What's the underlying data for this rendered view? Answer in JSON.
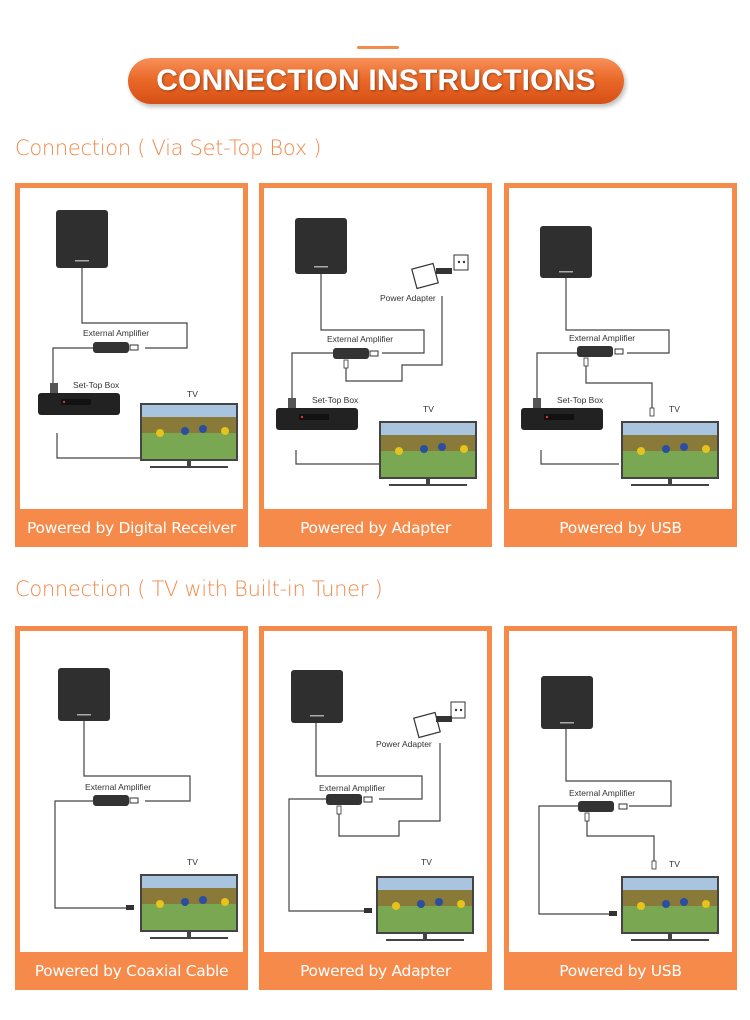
{
  "header": {
    "title": "CONNECTION INSTRUCTIONS"
  },
  "colors": {
    "accent": "#f58a4b",
    "title_gradient_top": "#f79158",
    "title_gradient_bottom": "#d64f14",
    "section_text": "#f08a4b"
  },
  "sections": [
    {
      "title": "Connection ( Via Set-Top Box )",
      "panels": [
        {
          "caption": "Powered by Digital Receiver",
          "labels": {
            "amplifier": "External Amplifier",
            "stb": "Set-Top Box",
            "tv": "TV"
          }
        },
        {
          "caption": "Powered by Adapter",
          "labels": {
            "adapter": "Power Adapter",
            "amplifier": "External Amplifier",
            "stb": "Set-Top Box",
            "tv": "TV"
          }
        },
        {
          "caption": "Powered by USB",
          "labels": {
            "amplifier": "External Amplifier",
            "stb": "Set-Top Box",
            "tv": "TV"
          }
        }
      ]
    },
    {
      "title": "Connection ( TV with Built-in Tuner )",
      "panels": [
        {
          "caption": "Powered by Coaxial Cable",
          "labels": {
            "amplifier": "External Amplifier",
            "tv": "TV"
          }
        },
        {
          "caption": "Powered by Adapter",
          "labels": {
            "adapter": "Power Adapter",
            "amplifier": "External Amplifier",
            "tv": "TV"
          }
        },
        {
          "caption": "Powered by USB",
          "labels": {
            "amplifier": "External Amplifier",
            "tv": "TV"
          }
        }
      ]
    }
  ]
}
